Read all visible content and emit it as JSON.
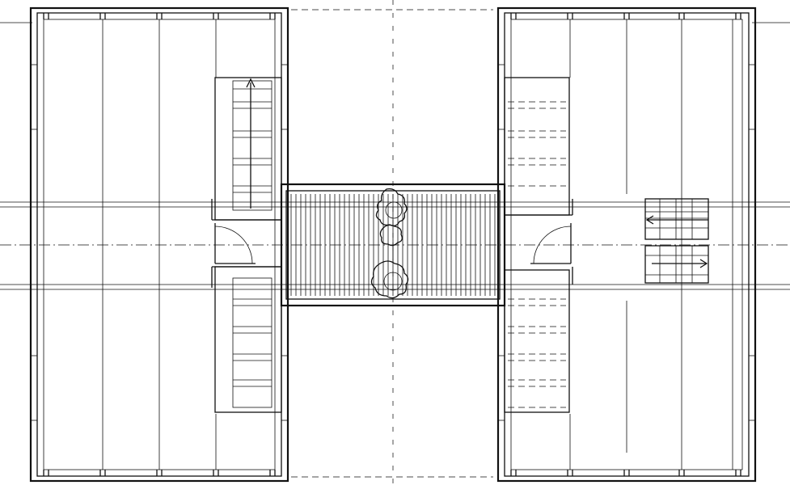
{
  "drawing": {
    "type": "architectural floor plan",
    "colors": {
      "ink": "#111111",
      "paper": "#ffffff"
    },
    "elements": [
      "left-building-wing",
      "right-building-wing",
      "connecting-bridge",
      "left-stair-upper",
      "left-stair-lower",
      "right-stair-upper",
      "right-stair-lower",
      "right-small-stair-upper",
      "right-small-stair-lower",
      "left-door-swing",
      "right-door-swing",
      "tree-symbols",
      "center-axis-line",
      "horizontal-grid-lines"
    ]
  }
}
